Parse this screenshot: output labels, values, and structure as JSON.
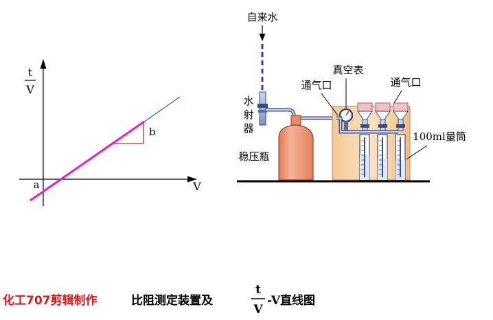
{
  "graph": {
    "y_axis_numerator": "t",
    "y_axis_denominator": "V",
    "x_axis_label": "V",
    "intercept_label": "a",
    "slope_label": "b"
  },
  "apparatus": {
    "tap_water_label": "自来水",
    "water_ejector_label": [
      "水",
      "射",
      "器"
    ],
    "vacuum_gauge_label": "真空表",
    "vent_left_label": "通气口",
    "vent_right_label": "通气口",
    "surge_bottle_label": "稳压瓶",
    "cylinder_label": "100ml量筒"
  },
  "caption": {
    "credit": "化工707剪辑制作",
    "title_prefix": "比阻测定装置及",
    "title_fraction_num": "t",
    "title_fraction_den": "V",
    "title_suffix": "-V直线图"
  },
  "colors": {
    "fit_line": "#e020c8",
    "extension_line": "#3a64c8",
    "triangle": "#e02020",
    "caption_credit": "#d81818",
    "water_dash": "#2038e0",
    "bottle": "#f09878",
    "cabinet": "#f8d8b0"
  }
}
